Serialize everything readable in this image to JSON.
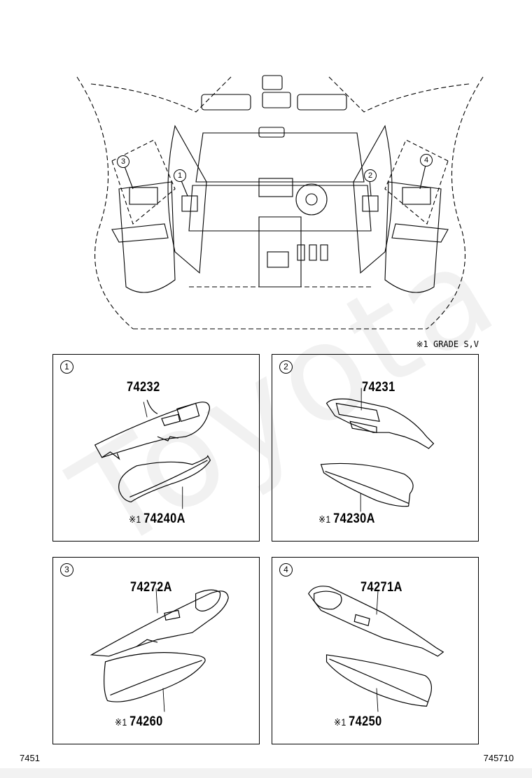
{
  "watermark": "Toyota",
  "overview": {
    "callouts": [
      "1",
      "2",
      "3",
      "4"
    ]
  },
  "note": "※1 GRADE S,V",
  "panels": [
    {
      "number": "1",
      "upper_part": "74232",
      "lower_mark": "※1",
      "lower_part": "74240A"
    },
    {
      "number": "2",
      "upper_part": "74231",
      "lower_mark": "※1",
      "lower_part": "74230A"
    },
    {
      "number": "3",
      "upper_part": "74272A",
      "lower_mark": "※1",
      "lower_part": "74260"
    },
    {
      "number": "4",
      "upper_part": "74271A",
      "lower_mark": "※1",
      "lower_part": "74250"
    }
  ],
  "footer": {
    "left": "7451",
    "right": "745710"
  }
}
